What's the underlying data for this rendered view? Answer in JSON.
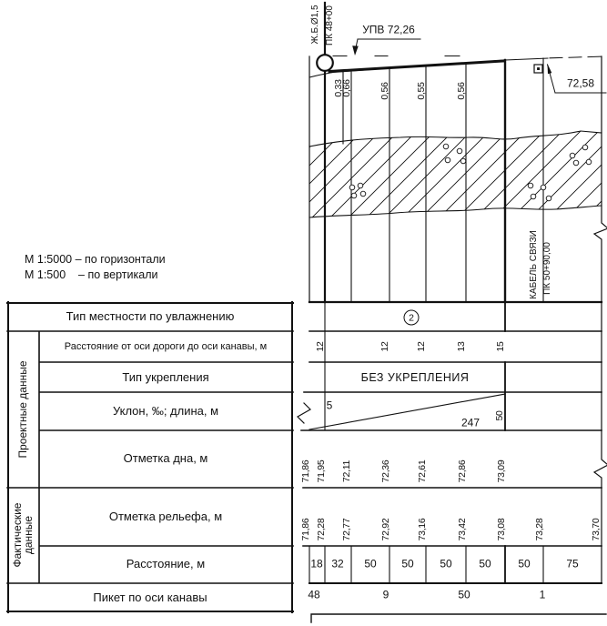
{
  "scale_note": {
    "line1": "М 1:5000 – по горизонтали",
    "line2": "М 1:500    – по вертикали"
  },
  "profile": {
    "pipe_line1": "Ж.Б.Ø1,5",
    "pipe_line2": "ПК 48+00",
    "upv_label": "УПВ 72,26",
    "benchmark_elevation": "72,58",
    "cable_line1": "КАБЕЛЬ СВЯЗИ",
    "cable_line2": "ПК 50+90,00",
    "depth_marks": [
      "0,33",
      "0,66",
      "0,56",
      "0,55",
      "0,56"
    ]
  },
  "table": {
    "groups": {
      "design": "Проектные данные",
      "actual_line1": "Фактические",
      "actual_line2": "данные"
    },
    "terrain": {
      "label": "Тип местности по увлажнению",
      "value": "2"
    },
    "offset": {
      "label": "Расстояние от оси дороги до оси канавы, м",
      "values": [
        "12",
        "12",
        "12",
        "13",
        "15"
      ]
    },
    "reinforcement": {
      "label": "Тип укрепления",
      "value": "БЕЗ УКРЕПЛЕНИЯ"
    },
    "slope": {
      "label": "Уклон, ‰; длина, м",
      "grade": "5",
      "length": "247",
      "side": "50"
    },
    "bottom": {
      "label": "Отметка дна, м",
      "values": [
        "71,86",
        "71,95",
        "72,11",
        "72,36",
        "72,61",
        "72,86",
        "73,09"
      ]
    },
    "relief": {
      "label": "Отметка рельефа, м",
      "values": [
        "71,86",
        "72,28",
        "72,77",
        "72,92",
        "73,16",
        "73,42",
        "73,08",
        "73,28",
        "73,70"
      ]
    },
    "distance": {
      "label": "Расстояние, м",
      "values": [
        "18",
        "32",
        "50",
        "50",
        "50",
        "50",
        "50",
        "75"
      ]
    },
    "picket": {
      "label": "Пикет по оси канавы",
      "values": [
        "48",
        "9",
        "50",
        "1"
      ]
    }
  }
}
